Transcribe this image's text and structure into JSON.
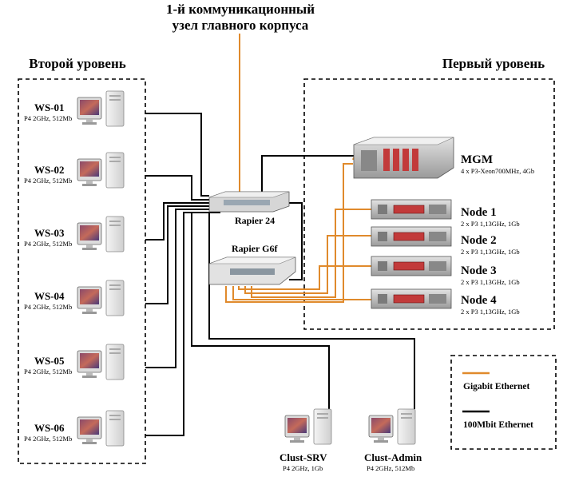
{
  "top_label": {
    "line1": "1-й коммуникационный",
    "line2": "узел главного корпуса"
  },
  "level2": {
    "title": "Второй уровень"
  },
  "level1": {
    "title": "Первый уровень"
  },
  "workstations": [
    {
      "name": "WS-01",
      "spec": "P4 2GHz, 512Mb"
    },
    {
      "name": "WS-02",
      "spec": "P4 2GHz, 512Mb"
    },
    {
      "name": "WS-03",
      "spec": "P4 2GHz, 512Mb"
    },
    {
      "name": "WS-04",
      "spec": "P4 2GHz, 512Mb"
    },
    {
      "name": "WS-05",
      "spec": "P4 2GHz, 512Mb"
    },
    {
      "name": "WS-06",
      "spec": "P4 2GHz, 512Mb"
    }
  ],
  "switches": {
    "rapier24": "Rapier 24",
    "rapierg6f": "Rapier G6f"
  },
  "mgm": {
    "name": "MGM",
    "spec": "4 x P3-Xeon700MHz, 4Gb"
  },
  "nodes": [
    {
      "name": "Node 1",
      "spec": "2 x P3 1,13GHz, 1Gb"
    },
    {
      "name": "Node 2",
      "spec": "2 x P3 1,13GHz, 1Gb"
    },
    {
      "name": "Node 3",
      "spec": "2 x P3 1,13GHz, 1Gb"
    },
    {
      "name": "Node 4",
      "spec": "2 x P3 1,13GHz, 1Gb"
    }
  ],
  "servers": [
    {
      "name": "Clust-SRV",
      "spec": "P4 2GHz, 1Gb"
    },
    {
      "name": "Clust-Admin",
      "spec": "P4 2GHz, 512Mb"
    }
  ],
  "legend": {
    "gigabit": "Gigabit Ethernet",
    "fast": "100Mbit Ethernet",
    "gigabit_color": "#e08a2c",
    "fast_color": "#000000"
  }
}
